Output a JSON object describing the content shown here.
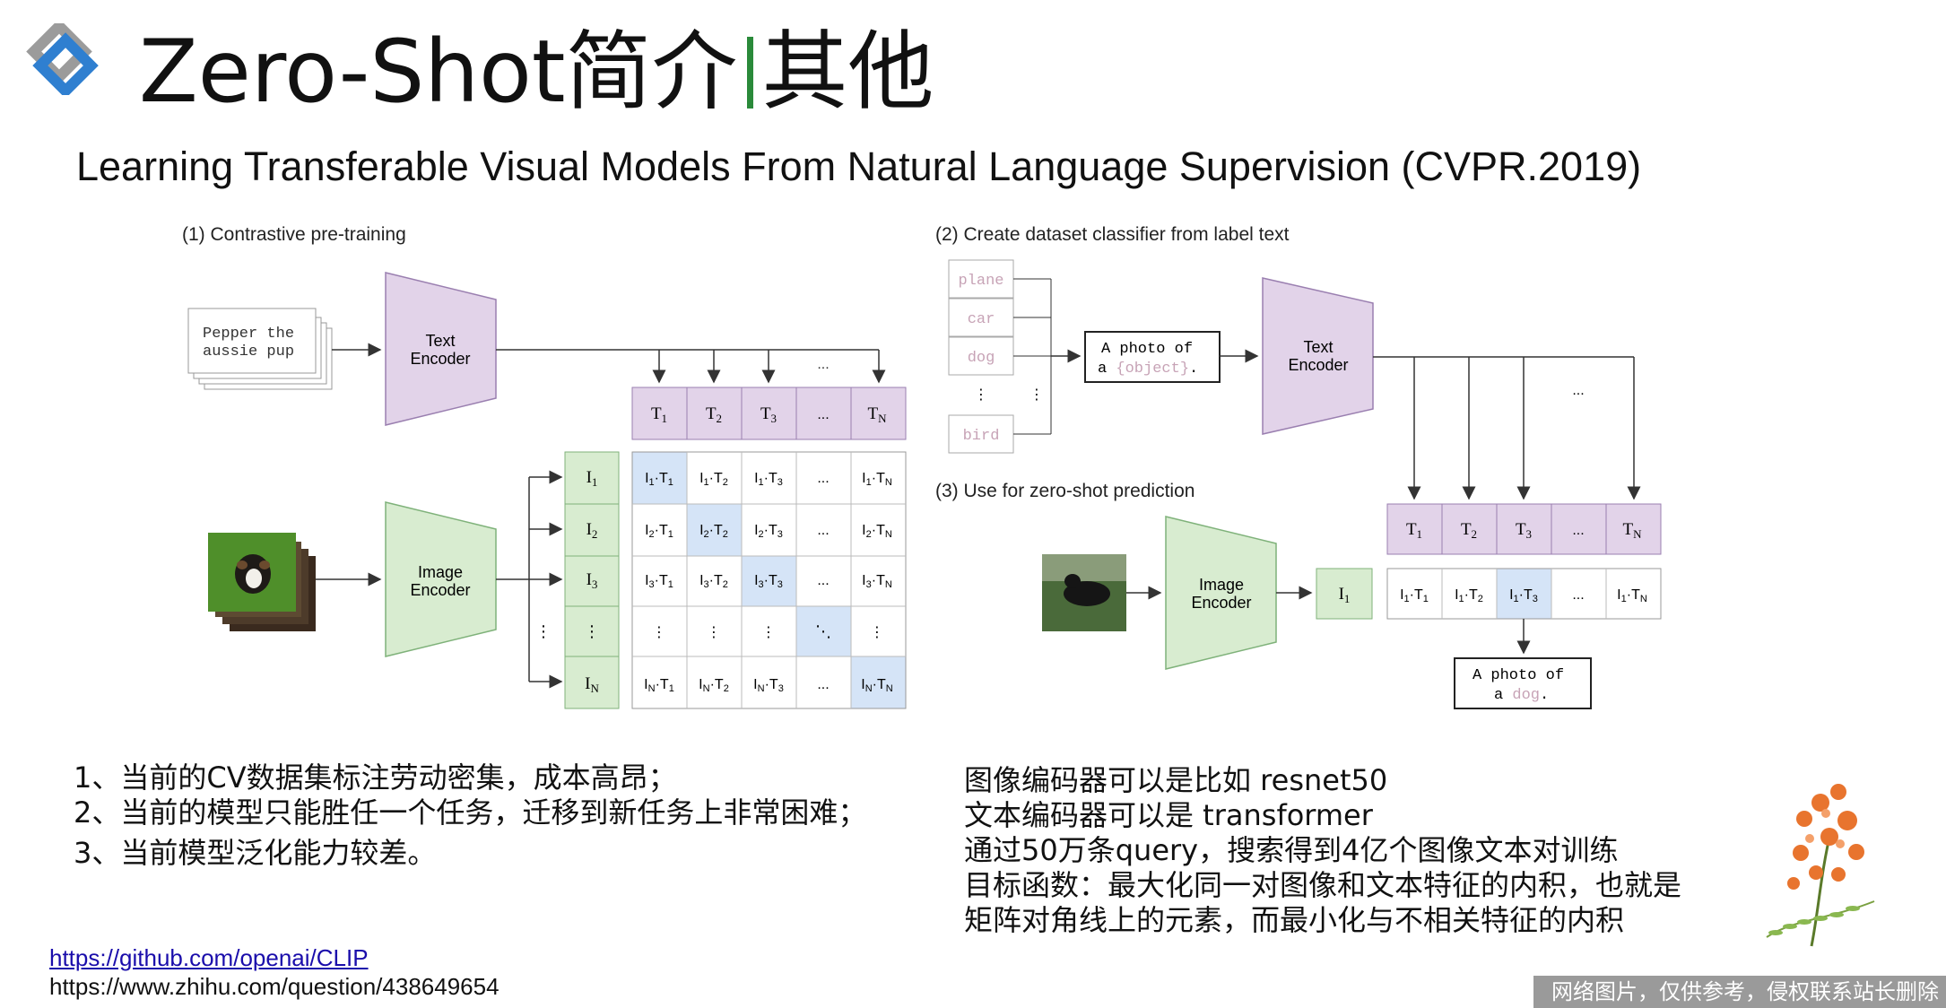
{
  "header": {
    "title_left": "Zero-Shot简介",
    "title_right": "其他"
  },
  "subtitle": "Learning Transferable Visual Models From Natural Language Supervision (CVPR.2019)",
  "diagram": {
    "section1_label": "(1) Contrastive pre-training",
    "section2_label": "(2) Create dataset classifier from label text",
    "section3_label": "(3) Use for zero-shot prediction",
    "input_text_line1": "Pepper the",
    "input_text_line2": "aussie pup",
    "text_encoder_label": [
      "Text",
      "Encoder"
    ],
    "image_encoder_label": [
      "Image",
      "Encoder"
    ],
    "label_words": [
      "plane",
      "car",
      "dog",
      "bird"
    ],
    "prompt_line1": "A photo of",
    "prompt_line2_prefix": "a ",
    "prompt_placeholder": "{object}",
    "prompt_line2_suffix": ".",
    "result_line1": "A photo of",
    "result_line2_prefix": "a ",
    "result_word": "dog",
    "result_line2_suffix": ".",
    "ellipsis": "...",
    "vdots": "⋮",
    "ddots": "⋱",
    "text_tokens": [
      "T1",
      "T2",
      "T3",
      "...",
      "TN"
    ],
    "image_tokens": [
      "I1",
      "I2",
      "I3",
      "⋮",
      "IN"
    ],
    "colors": {
      "purple_fill": "#e2d3e9",
      "purple_stroke": "#9a7fb0",
      "green_fill": "#d8ecd0",
      "green_stroke": "#7fb27a",
      "blue_fill": "#d5e4f7",
      "label_pink": "#c7a3b6"
    }
  },
  "left_notes": [
    "1、当前的CV数据集标注劳动密集，成本高昂；",
    "2、当前的模型只能胜任一个任务，迁移到新任务上非常困难；",
    "3、当前模型泛化能力较差。"
  ],
  "right_notes": [
    "图像编码器可以是比如 resnet50",
    "文本编码器可以是 transformer",
    "通过50万条query，搜索得到4亿个图像文本对训练",
    "目标函数：最大化同一对图像和文本特征的内积，也就是",
    "矩阵对角线上的元素，而最小化与不相关特征的内积"
  ],
  "links": {
    "github": "https://github.com/openai/CLIP",
    "zhihu": "https://www.zhihu.com/question/438649654"
  },
  "watermark": "网络图片，仅供参考，侵权联系站长删除"
}
